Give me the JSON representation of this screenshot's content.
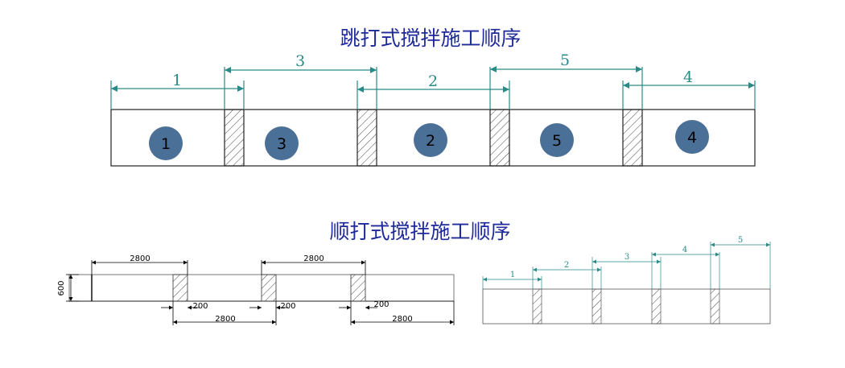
{
  "top": {
    "title": "跳打式搅拌施工顺序",
    "segments": [
      {
        "label": "1"
      },
      {
        "label": "3"
      },
      {
        "label": "2"
      },
      {
        "label": "5"
      },
      {
        "label": "4"
      }
    ],
    "circles": [
      "1",
      "3",
      "2",
      "5",
      "4"
    ],
    "circle_color": "#4a7098",
    "dimension_color": "#2a8a86"
  },
  "bottom": {
    "title": "顺打式搅拌施工顺序",
    "left": {
      "height_label": "600",
      "top_dims": [
        "2800",
        "2800"
      ],
      "gap_dims": [
        "200",
        "200",
        "200"
      ],
      "bottom_dims": [
        "2800",
        "2800"
      ]
    },
    "right": {
      "segments": [
        "1",
        "2",
        "3",
        "4",
        "5"
      ]
    }
  },
  "colors": {
    "title": "#1f2a9a",
    "dimension": "#2a8a86",
    "circle": "#4a7098"
  }
}
